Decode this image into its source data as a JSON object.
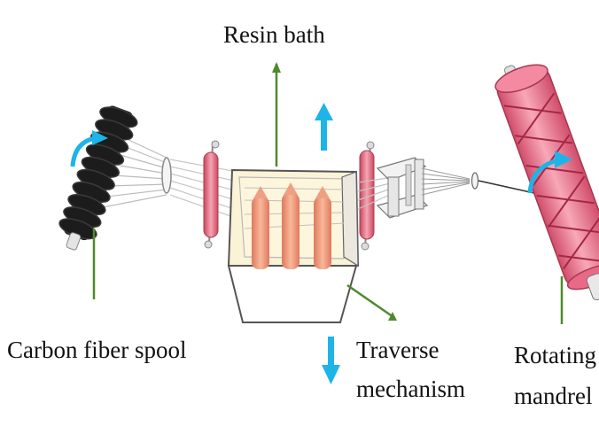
{
  "labels": {
    "resin_bath": "Resin bath",
    "carbon_fiber_spool": "Carbon fiber spool",
    "traverse_line1": "Traverse",
    "traverse_line2": "mechanism",
    "rotating_line1": "Rotating",
    "rotating_line2": "mandrel"
  },
  "colors": {
    "leader_line": "#4f8a2a",
    "motion_arrow": "#1eb4e8",
    "spool_dark": "#111111",
    "roller_pink": "#f08aa0",
    "bath_fill": "#fbf3d6",
    "bath_rods": "#f0a082",
    "mandrel_pink": "#f0708a",
    "fiber": "#b4b4b4"
  }
}
